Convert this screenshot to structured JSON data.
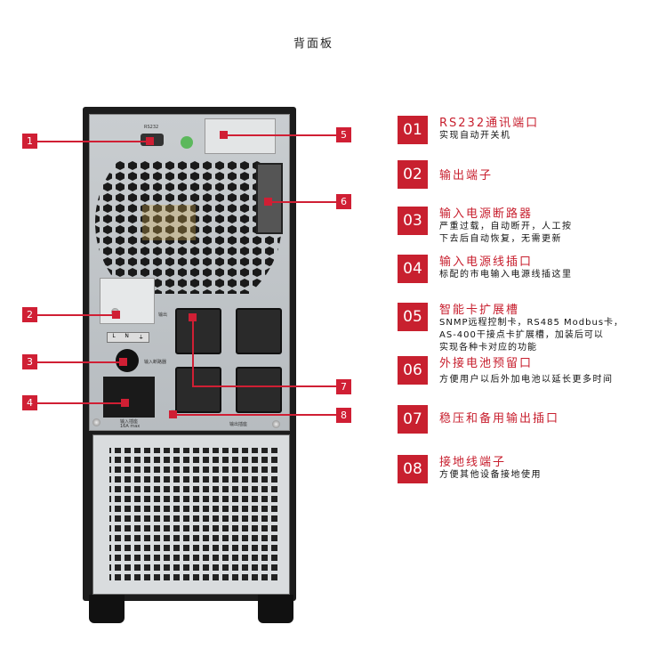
{
  "title": "背面板",
  "device_labels": {
    "rs232": "RS232",
    "output": "输出",
    "breaker": "输入断路器",
    "input_socket": "输入插座",
    "input_rating": "16A max",
    "output_socket": "输出插座",
    "terminals": [
      "L",
      "N",
      "⏚"
    ]
  },
  "callouts": [
    "1",
    "2",
    "3",
    "4",
    "5",
    "6",
    "7",
    "8"
  ],
  "items": [
    {
      "num": "01",
      "title": "RS232通讯端口",
      "desc": [
        "实现自动开关机"
      ]
    },
    {
      "num": "02",
      "title": "输出端子",
      "desc": []
    },
    {
      "num": "03",
      "title": "输入电源断路器",
      "desc": [
        "严重过载，自动断开，人工按",
        "下去后自动恢复，无需更新"
      ]
    },
    {
      "num": "04",
      "title": "输入电源线插口",
      "desc": [
        "标配的市电输入电源线插这里"
      ]
    },
    {
      "num": "05",
      "title": "智能卡扩展槽",
      "desc": [
        "SNMP远程控制卡，RS485 Modbus卡，",
        "AS-400干接点卡扩展槽，加装后可以",
        "实现各种卡对应的功能"
      ]
    },
    {
      "num": "06",
      "title": "外接电池预留口",
      "desc": [
        "方便用户以后外加电池以延长更多时间"
      ]
    },
    {
      "num": "07",
      "title": "稳压和备用输出插口",
      "desc": []
    },
    {
      "num": "08",
      "title": "接地线端子",
      "desc": [
        "方便其他设备接地使用"
      ]
    }
  ],
  "colors": {
    "accent": "#c8202f"
  }
}
